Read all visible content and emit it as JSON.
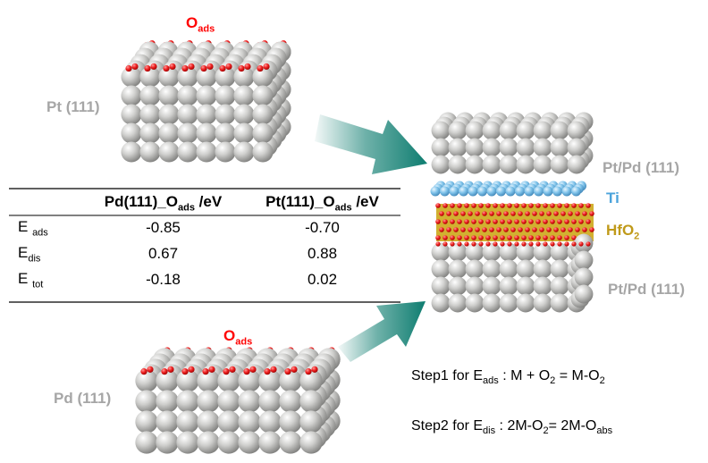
{
  "labels": {
    "pt_slab": "Pt (111)",
    "pd_slab": "Pd (111)",
    "o_ads_main": "O",
    "o_ads_sub": "ads",
    "right_top": "Pt/Pd (111)",
    "right_ti": "Ti",
    "right_hfo2_main": "HfO",
    "right_hfo2_sub": "2",
    "right_bottom": "Pt/Pd (111)"
  },
  "table": {
    "col1_main": "Pd(111)_O",
    "col1_sub": "ads",
    "col1_tail": " /eV",
    "col2_main": "Pt(111)_O",
    "col2_sub": "ads",
    "col2_tail": " /eV",
    "rows": [
      {
        "name_main": "E ",
        "name_sub": "ads",
        "pd": "-0.85",
        "pt": "-0.70"
      },
      {
        "name_main": "E",
        "name_sub": "dis",
        "pd": "0.67",
        "pt": "0.88"
      },
      {
        "name_main": "E ",
        "name_sub": "tot",
        "pd": "-0.18",
        "pt": "0.02"
      }
    ]
  },
  "steps": {
    "s1_a": "Step1 for E",
    "s1_sub1": "ads",
    "s1_b": " : M + O",
    "s1_sub2": "2",
    "s1_c": " = M-O",
    "s1_sub3": "2",
    "s2_a": "Step2 for E",
    "s2_sub1": "dis",
    "s2_b": " : 2M-O",
    "s2_sub2": "2",
    "s2_c": "= 2M-O",
    "s2_sub3": "abs"
  },
  "colors": {
    "metal": "#c8c8c6",
    "oxygen": "#ee2222",
    "titanium": "#7fc3ea",
    "hafnia": "#d2b030",
    "arrow": "#0e7d70"
  }
}
